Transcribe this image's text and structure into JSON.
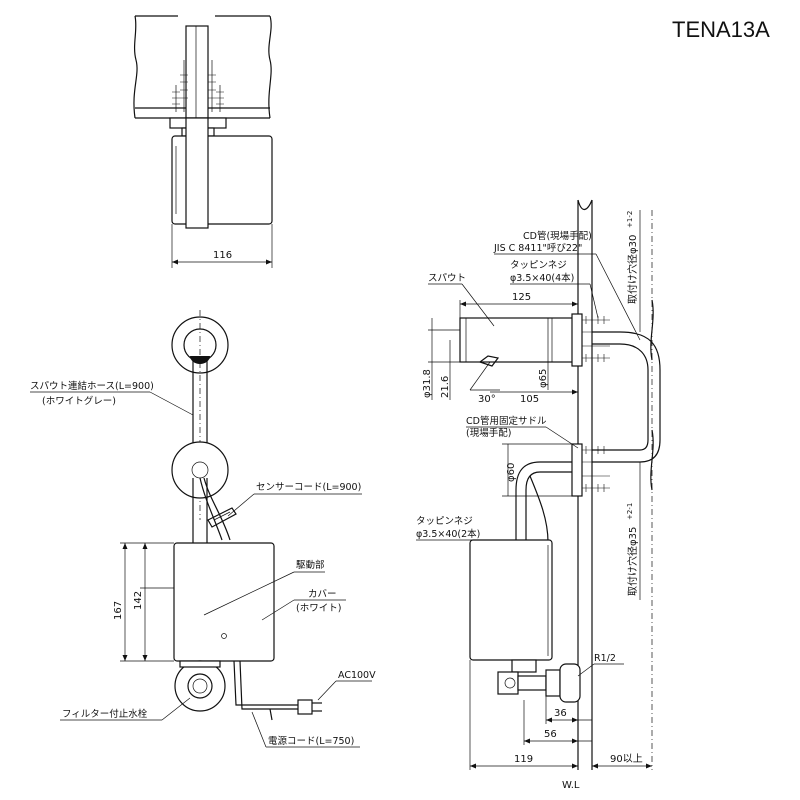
{
  "title": {
    "model": "TENA13A"
  },
  "top_view": {
    "width_dim": "116"
  },
  "front_view": {
    "spout_hose_label": "スパウト連結ホース(L=900)",
    "spout_hose_color": "(ホワイトグレー)",
    "sensor_cord_label": "センサーコード(L=900)",
    "drive_unit_label": "駆動部",
    "cover_label": "カバー",
    "cover_color": "(ホワイト)",
    "power_label": "AC100V",
    "filter_valve_label": "フィルター付止水栓",
    "power_cord_label": "電源コード(L=750)",
    "dim_167": "167",
    "dim_142": "142"
  },
  "side_view": {
    "cd_pipe_label": "CD管(現場手配)",
    "cd_pipe_spec": "JIS C 8411\"呼び22\"",
    "tapping_screw_top": "タッピンネジ",
    "tapping_screw_top_spec": "φ3.5×40(4本)",
    "spout_label": "スパウト",
    "dim_125": "125",
    "dim_31_8": "φ31.8",
    "dim_21_6": "21.6",
    "dim_65": "φ65",
    "dim_105": "105",
    "angle_30": "30°",
    "cd_saddle_label": "CD管用固定サドル",
    "cd_saddle_note": "(現場手配)",
    "dim_60": "φ60",
    "tapping_screw_bottom": "タッピンネジ",
    "tapping_screw_bottom_spec": "φ3.5×40(2本)",
    "r_half": "R1/2",
    "dim_36": "36",
    "dim_56": "56",
    "dim_119": "119",
    "wl": "W.L",
    "dim_90": "90以上",
    "hole_top": "取付け穴径φ30",
    "hole_top_tol": "+1-2",
    "hole_bottom": "取付け穴径φ35",
    "hole_bottom_tol": "+2-1"
  }
}
